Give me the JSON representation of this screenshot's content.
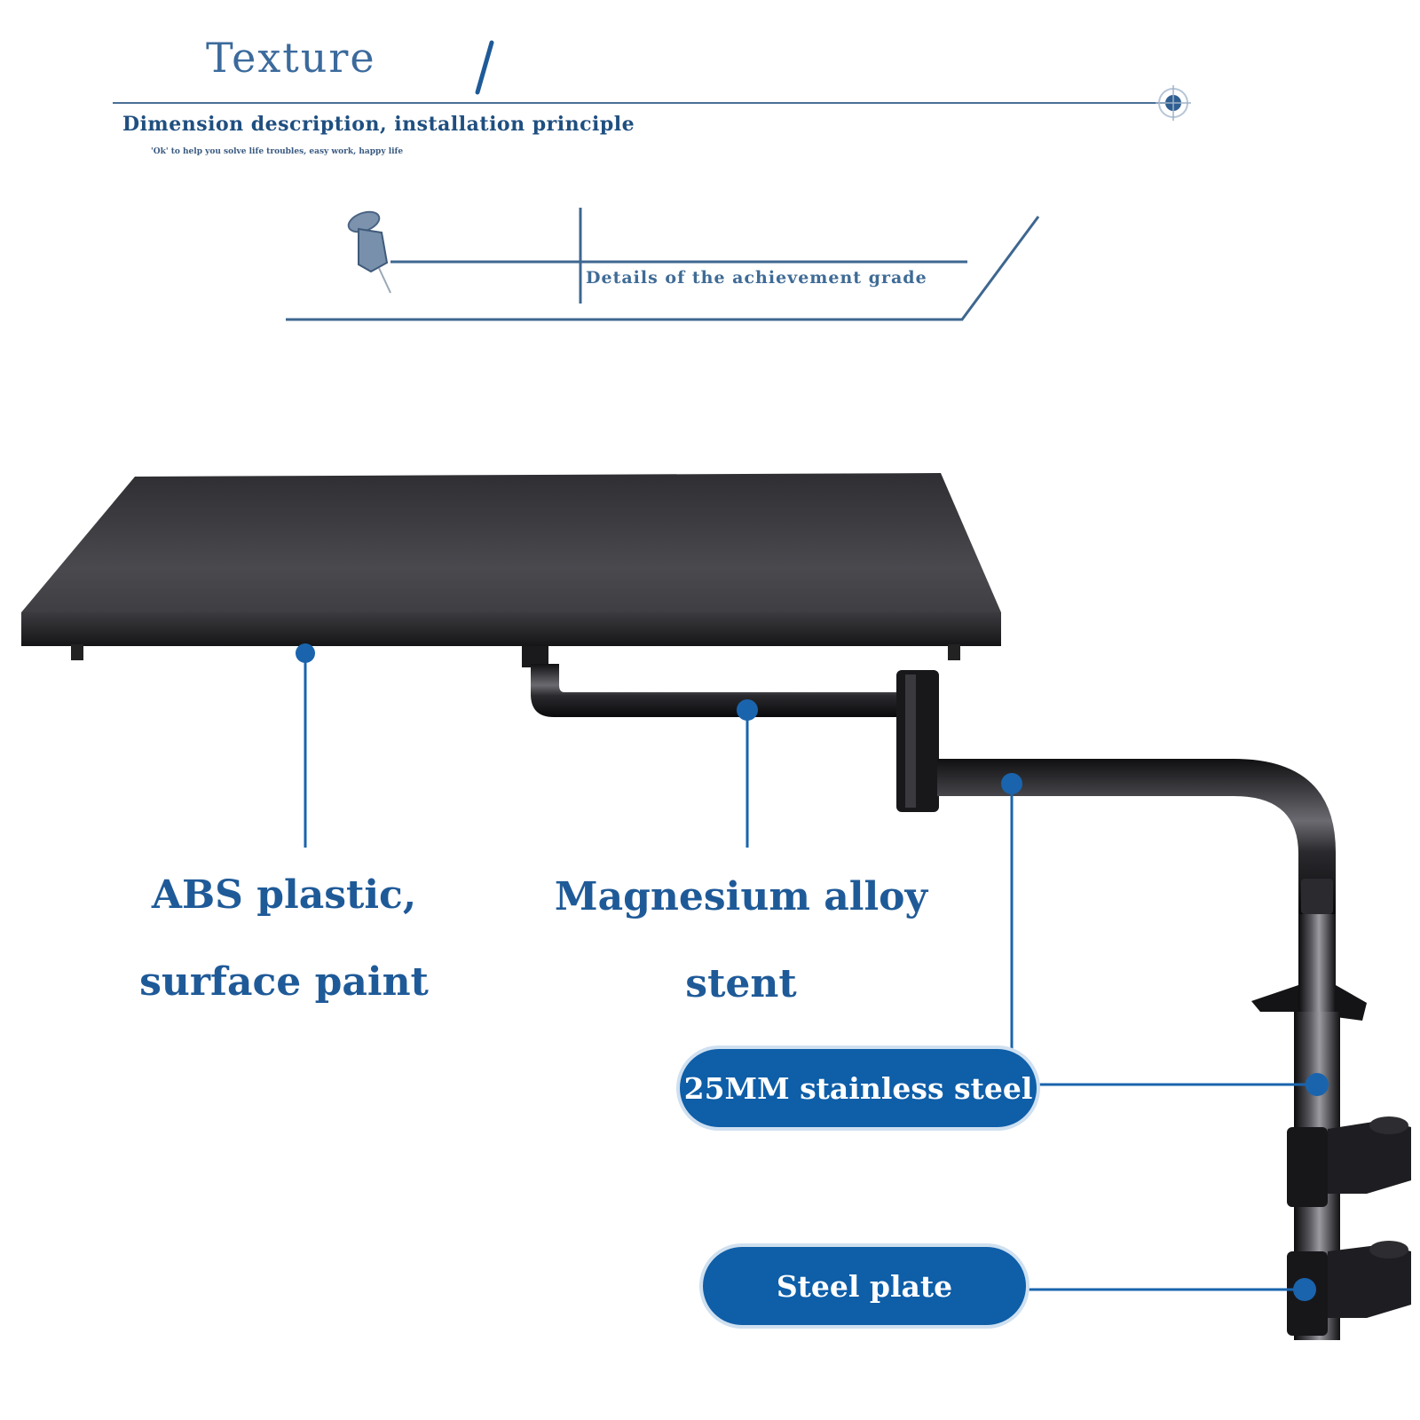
{
  "header": {
    "title": "Texture",
    "subtitle": "Dimension description, installation principle",
    "tagline": "'Ok' to help you solve life troubles, easy work, happy life",
    "details": "Details of the achievement grade"
  },
  "callouts": {
    "abs_line1": "ABS plastic,",
    "abs_line2": "surface paint",
    "magnesium_line1": "Magnesium alloy",
    "magnesium_line2": "stent",
    "stainless": "25MM stainless steel",
    "steel_plate": "Steel plate"
  },
  "colors": {
    "accent_blue": "#0e5ea8",
    "label_blue": "#1f5a98",
    "header_blue": "#3b6a9c",
    "product_black": "#1c1c1e"
  },
  "icons": [
    "pushpin-icon",
    "crosshair-target-icon"
  ]
}
